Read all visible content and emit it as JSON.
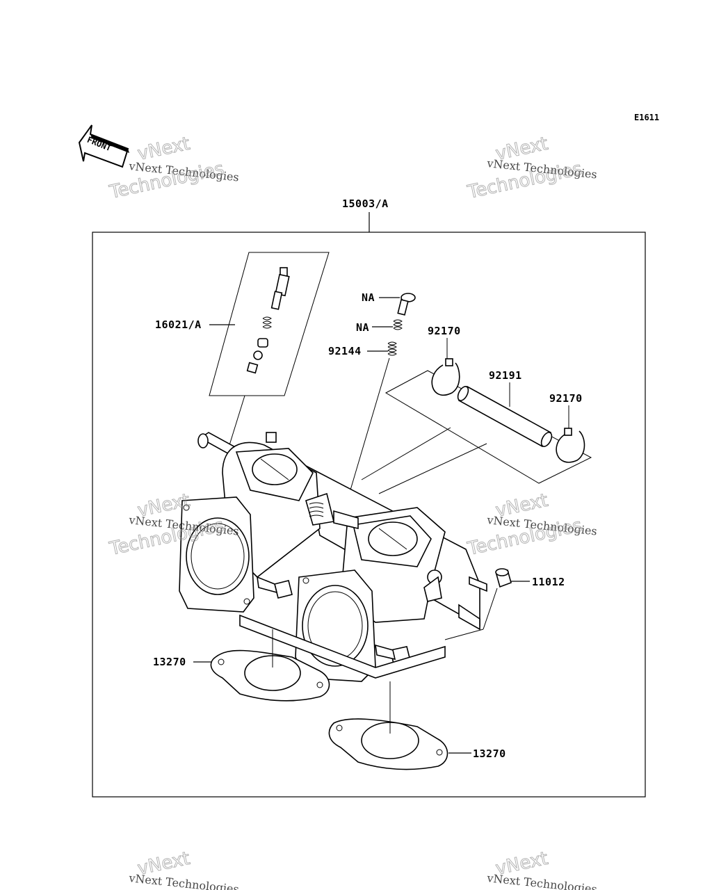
{
  "diagram": {
    "code": "E1611",
    "front_label": "FRONT",
    "parts": {
      "assembly": "15003/A",
      "screw_set": "16021/A",
      "na_top": "NA",
      "na_mid": "NA",
      "spring": "92144",
      "clamp_upper": "92170",
      "hose": "92191",
      "clamp_lower": "92170",
      "cap": "11012",
      "gasket_left": "13270",
      "gasket_right": "13270"
    },
    "watermark": {
      "line1": "vNext Technologies",
      "line2": "vNext",
      "line3": "Technologies"
    }
  }
}
